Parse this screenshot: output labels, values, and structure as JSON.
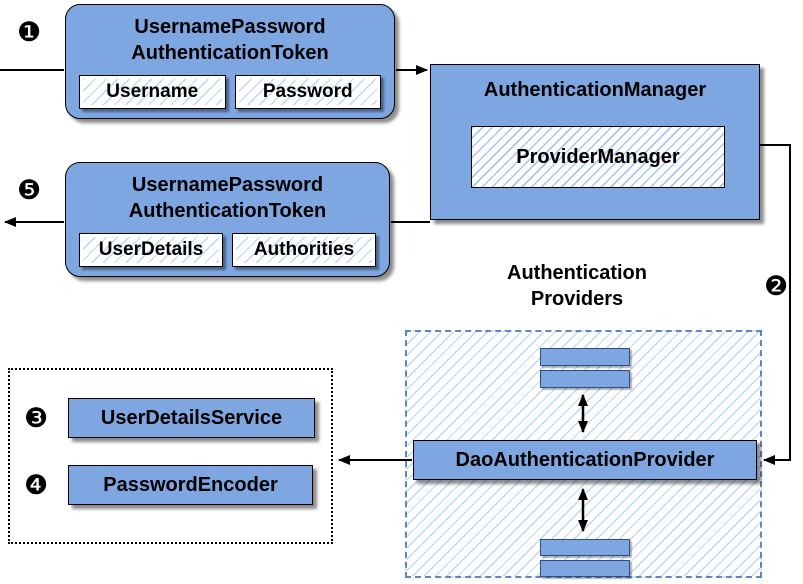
{
  "markers": {
    "step1": "❶",
    "step2": "❷",
    "step3": "❸",
    "step4": "❹",
    "step5": "❺"
  },
  "request_token": {
    "title_line1": "UsernamePassword",
    "title_line2": "AuthenticationToken",
    "fields": [
      "Username",
      "Password"
    ]
  },
  "authentication_manager": {
    "title": "AuthenticationManager",
    "provider": "ProviderManager"
  },
  "response_token": {
    "title_line1": "UsernamePassword",
    "title_line2": "AuthenticationToken",
    "fields": [
      "UserDetails",
      "Authorities"
    ]
  },
  "authentication_providers": {
    "label_line1": "Authentication",
    "label_line2": "Providers",
    "dao_provider": "DaoAuthenticationProvider"
  },
  "collaborators": {
    "user_details_service": "UserDetailsService",
    "password_encoder": "PasswordEncoder"
  },
  "colors": {
    "box_blue": "#7EA6E0",
    "hatch_stripe": "#A9C6EE",
    "dashed_border": "#5B87C5",
    "line_black": "#000000"
  }
}
